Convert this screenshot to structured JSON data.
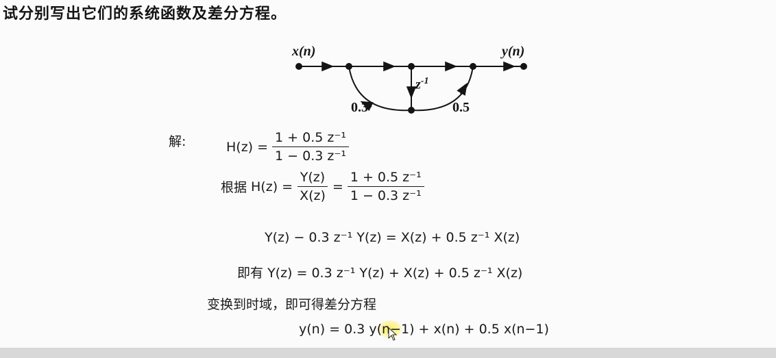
{
  "problem": {
    "text": "试分别写出它们的系统函数及差分方程。"
  },
  "diagram": {
    "input_label": "x(n)",
    "output_label": "y(n)",
    "delay_label": "z",
    "delay_exponent": "-1",
    "left_gain": "0.3",
    "right_gain": "0.5"
  },
  "solution": {
    "jie": "解:",
    "h_lhs": "H(z) =",
    "h_num": "1 + 0.5 z⁻¹",
    "h_den": "1 − 0.3 z⁻¹",
    "genju": "根据",
    "h2_lhs": "H(z) =",
    "yz": "Y(z)",
    "xz": "X(z)",
    "eq": "=",
    "eq_line1": "Y(z) − 0.3 z⁻¹ Y(z) = X(z) + 0.5 z⁻¹ X(z)",
    "jiyou": "即有",
    "eq_line2": "Y(z) = 0.3 z⁻¹ Y(z) + X(z) + 0.5 z⁻¹ X(z)",
    "transform_text": "变换到时域，即可得差分方程",
    "final_eq": "y(n) = 0.3 y(n−1) + x(n) + 0.5 x(n−1)"
  }
}
